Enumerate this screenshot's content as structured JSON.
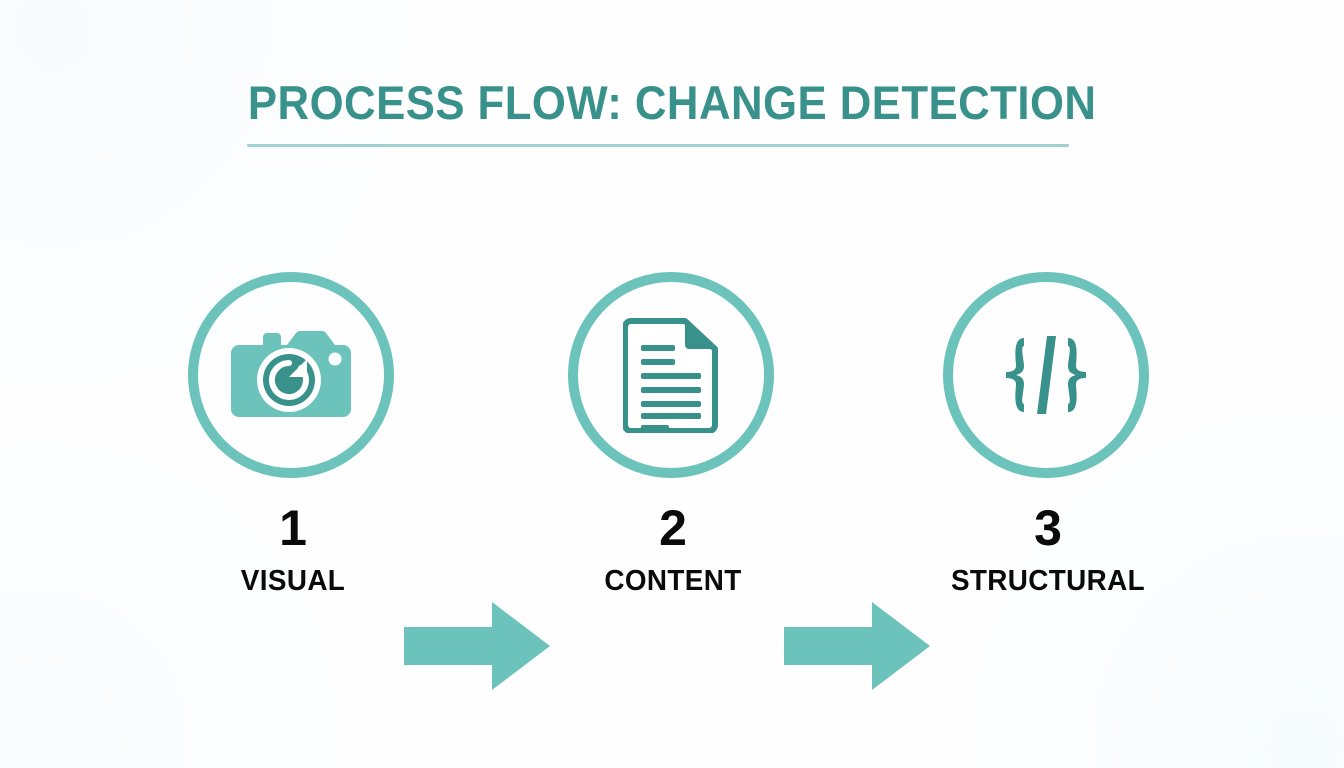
{
  "header": {
    "title": "PROCESS FLOW: CHANGE DETECTION",
    "rule_color": "#9ed1cf",
    "title_color": "#38918a"
  },
  "theme": {
    "background": "#fefeff",
    "ring_teal": "#6cc3bb",
    "icon_light_teal": "#6cc3bb",
    "icon_dark_teal": "#38918a",
    "arrow_teal": "#6cc3bb",
    "text_black": "#0a0a0a"
  },
  "flow": {
    "steps": [
      {
        "number": "1",
        "label": "VISUAL",
        "icon": "camera-icon"
      },
      {
        "number": "2",
        "label": "CONTENT",
        "icon": "document-icon"
      },
      {
        "number": "3",
        "label": "STRUCTURAL",
        "icon": "code-brackets-icon"
      }
    ],
    "connectors": [
      {
        "icon": "arrow-right-icon"
      },
      {
        "icon": "arrow-right-icon"
      }
    ]
  },
  "document_icon": {
    "line_widths_pct": [
      55,
      55,
      100,
      100,
      100,
      100,
      45
    ]
  }
}
